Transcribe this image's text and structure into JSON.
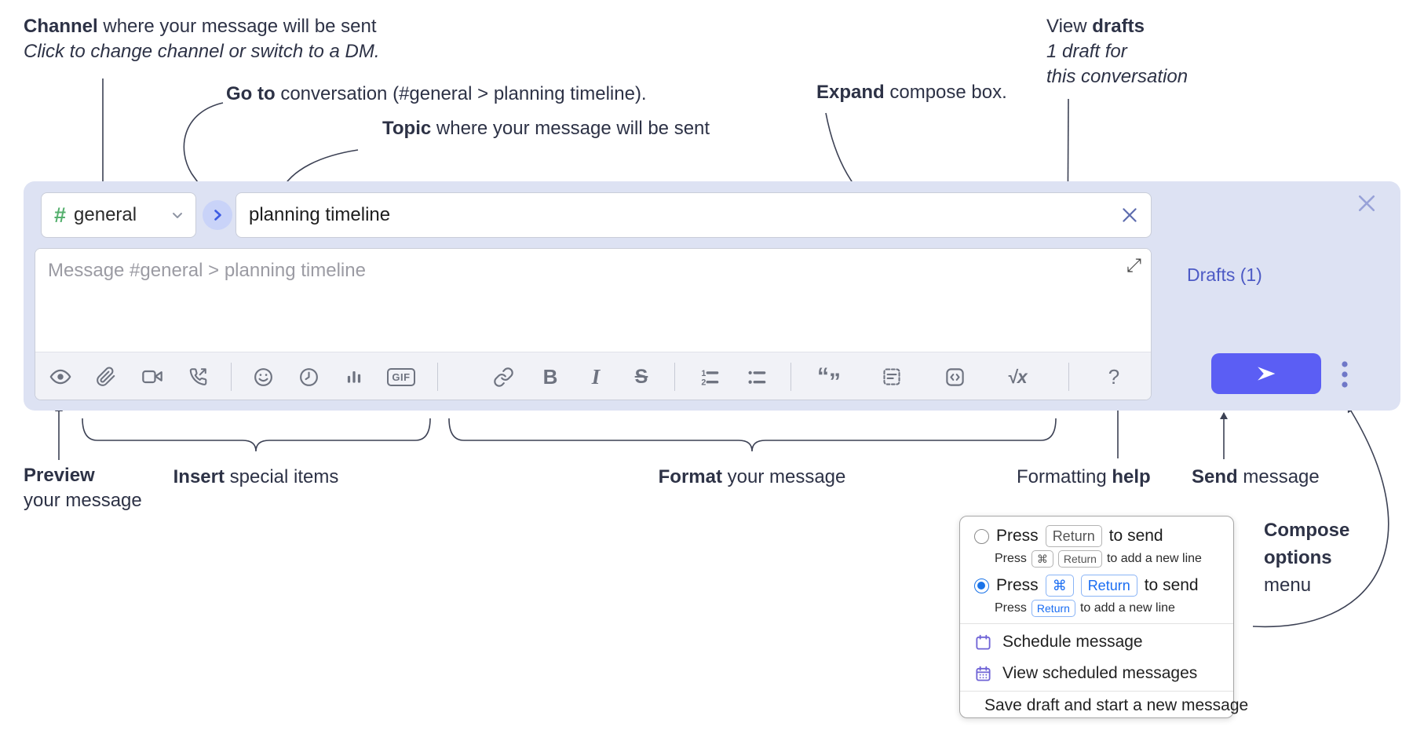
{
  "annotations": {
    "channel_line1_bold": "Channel",
    "channel_line1_rest": " where your message will be sent",
    "channel_line2": "Click to change channel or switch to a DM.",
    "goto_bold": "Go to",
    "goto_rest": " conversation (#general > planning timeline).",
    "topic_bold": "Topic",
    "topic_rest": " where your message will be sent",
    "drafts_line1_pre": "View ",
    "drafts_line1_bold": "drafts",
    "drafts_line2": "1 draft for",
    "drafts_line3": "this conversation",
    "expand_bold": "Expand",
    "expand_rest": " compose box.",
    "preview_bold": "Preview",
    "preview_line2": "your message",
    "insert_bold": "Insert",
    "insert_rest": " special items",
    "format_bold": "Format",
    "format_rest": " your message",
    "help_pre": "Formatting ",
    "help_bold": "help",
    "send_bold": "Send",
    "send_rest": " message",
    "options_line1": "Compose",
    "options_line2": "options",
    "options_line3": "menu"
  },
  "compose": {
    "channel_hash": "#",
    "channel_name": "general",
    "topic_value": "planning timeline",
    "message_placeholder": "Message #general > planning timeline",
    "drafts_link": "Drafts (1)",
    "expand_glyph": "⤢"
  },
  "toolbar": {
    "gif": "GIF",
    "bold": "B",
    "italic": "I",
    "strike": "S",
    "math": "√x",
    "help": "?",
    "quote_open": "“",
    "quote_close": "”",
    "icons": [
      "preview-eye",
      "attach-paperclip",
      "video-call",
      "voice-call",
      "emoji",
      "time",
      "poll",
      "gif",
      "link",
      "bold",
      "italic",
      "strikethrough",
      "numbered-list",
      "bulleted-list",
      "quote",
      "spoiler",
      "code",
      "math",
      "formatting-help"
    ]
  },
  "colors": {
    "compose_bg": "#dde2f3",
    "send_button": "#5b5ef4",
    "drafts_link": "#4d5ac5",
    "channel_hash_green": "#55b06e",
    "icon_gray": "#6e7380",
    "accent_blue_key": "#1a6df2",
    "menu_icon_indigo": "#6f63d6"
  },
  "popup": {
    "option1": {
      "press": "Press",
      "key": "Return",
      "suffix": "to send",
      "sub_press": "Press",
      "sub_key1": "⌘",
      "sub_key2": "Return",
      "sub_suffix": "to add a new line"
    },
    "option2": {
      "press": "Press",
      "key1": "⌘",
      "key2": "Return",
      "suffix": "to send",
      "sub_press": "Press",
      "sub_key": "Return",
      "sub_suffix": "to add a new line"
    },
    "items": [
      {
        "icon": "calendar-icon",
        "label": "Schedule message"
      },
      {
        "icon": "calendar-dots-icon",
        "label": "View scheduled messages"
      },
      {
        "icon": "file-check-icon",
        "label": "Save draft and start a new message"
      }
    ]
  }
}
